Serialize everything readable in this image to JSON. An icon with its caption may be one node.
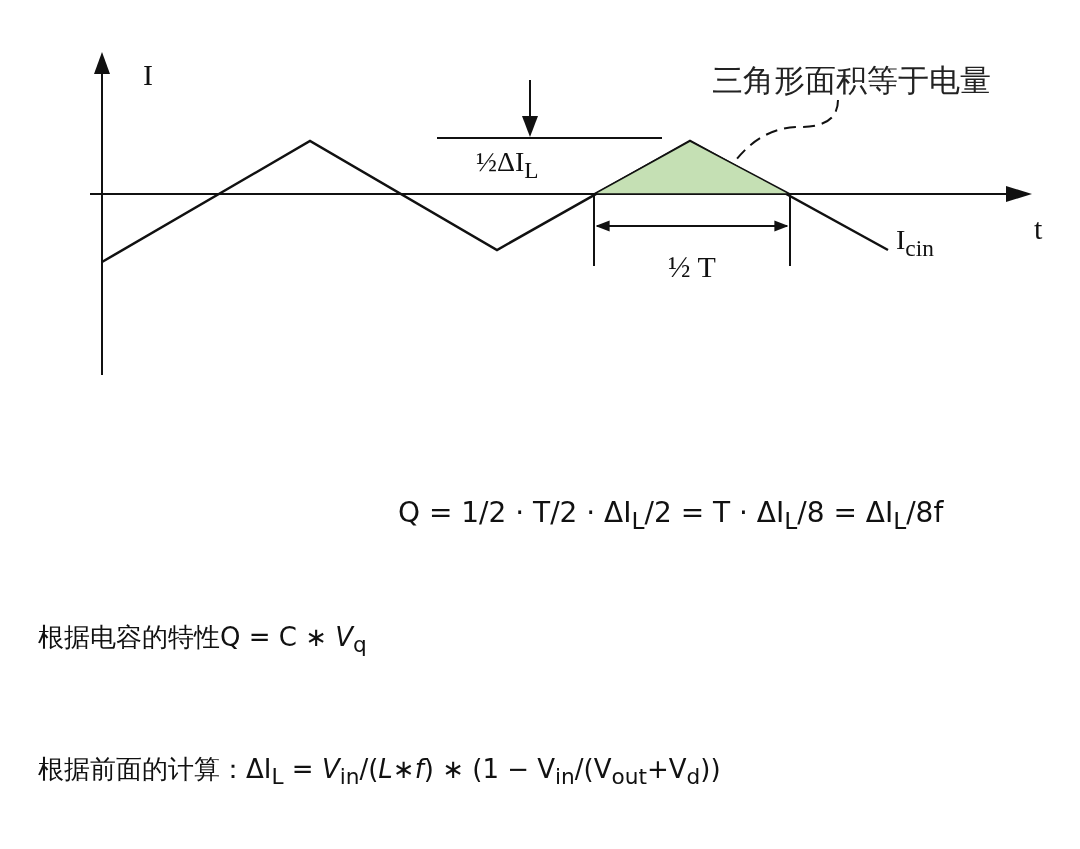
{
  "diagram": {
    "nodes": [
      {
        "text": [
          "三角形面积等于电量"
        ]
      },
      {
        "text": [],
        "shape": "triangle"
      }
    ],
    "edges": [
      {
        "from": 0,
        "to": 1,
        "arrow": "none",
        "style": "dashed"
      }
    ],
    "labels": [
      "I",
      "½ΔI$_{L}$",
      "t",
      "I$_{cin}$",
      "½ T",
      "Q = 1/2 · T/2 · ΔI$_{L}$/2 = T · ΔI$_{L}$/8 = ΔI$_{L}$/8f",
      "根据电容的特性Q = C ∗ *V*$_{q}$",
      "根据前面的计算：ΔI$_{L}$ = *V*$_{in}$/(*L*∗*f*) ∗ (1 − V$_{in}$/(V$_{out}$+V$_{d}$))"
    ]
  }
}
